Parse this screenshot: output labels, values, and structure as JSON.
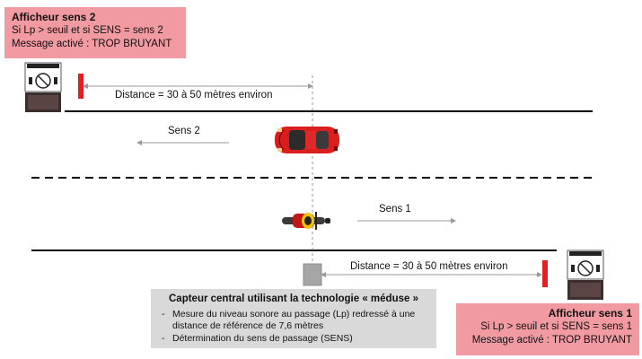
{
  "display_top": {
    "title": "Afficheur sens 2",
    "line1": "Si Lp > seuil et si SENS = sens 2",
    "line2": "Message activé : TROP BRUYANT"
  },
  "display_bottom": {
    "title": "Afficheur sens 1",
    "line1": "Si Lp > seuil et si SENS = sens 1",
    "line2": "Message activé : TROP BRUYANT"
  },
  "distance_top": "Distance = 30 à 50 mètres environ",
  "distance_bottom": "Distance = 30 à 50 mètres environ",
  "sens2_label": "Sens 2",
  "sens1_label": "Sens 1",
  "sensor_box": {
    "title": "Capteur central utilisant la technologie « méduse »",
    "items": [
      "Mesure du niveau sonore au passage (Lp) redressé à une distance de référence de 7,6 mètres",
      "Détermination du sens de passage (SENS)"
    ]
  },
  "colors": {
    "pink": "#f19aa2",
    "gray_box": "#d9d9d9",
    "marker_red": "#e31e24",
    "car_red": "#d81e1e"
  }
}
